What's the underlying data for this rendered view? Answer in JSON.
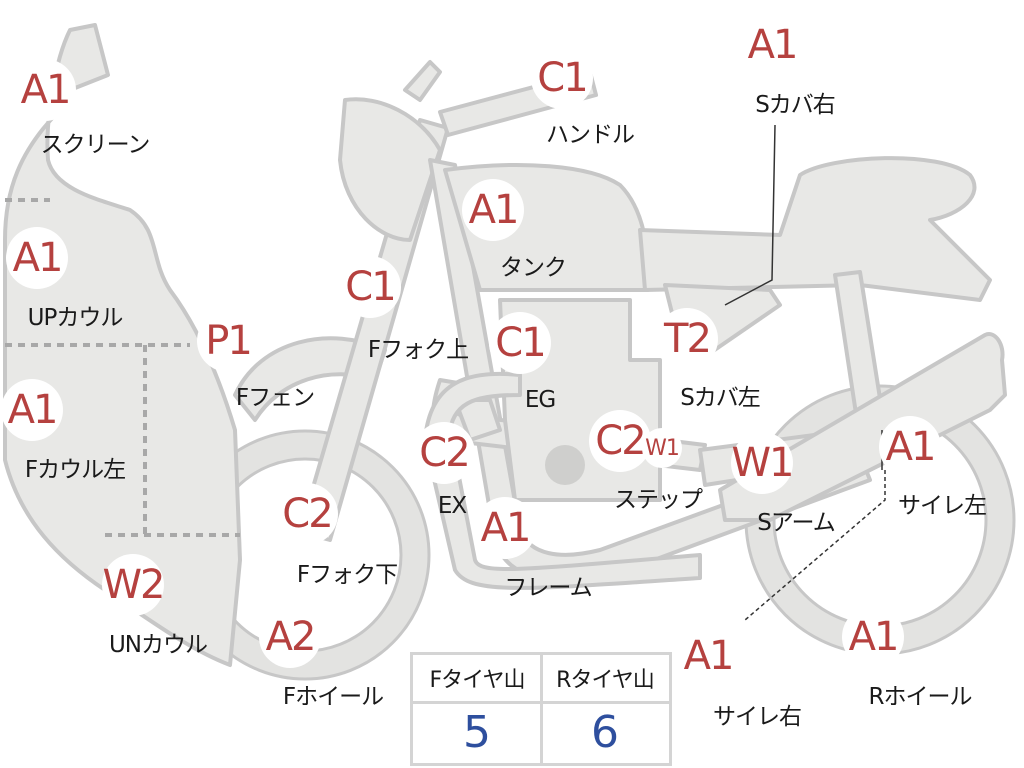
{
  "parts": [
    {
      "id": "screen",
      "code": "A1",
      "label": "スクリーン"
    },
    {
      "id": "up-cowl",
      "code": "A1",
      "label": "UPカウル"
    },
    {
      "id": "f-cowl-left",
      "code": "A1",
      "label": "Fカウル左"
    },
    {
      "id": "un-cowl",
      "code": "W2",
      "label": "UNカウル"
    },
    {
      "id": "f-fender",
      "code": "P1",
      "label": "Fフェン"
    },
    {
      "id": "f-fork-upper",
      "code": "C1",
      "label": "Fフォク上"
    },
    {
      "id": "f-fork-lower",
      "code": "C2",
      "label": "Fフォク下"
    },
    {
      "id": "f-wheel",
      "code": "A2",
      "label": "Fホイール"
    },
    {
      "id": "handle",
      "code": "C1",
      "label": "ハンドル"
    },
    {
      "id": "tank",
      "code": "A1",
      "label": "タンク"
    },
    {
      "id": "engine",
      "code": "C1",
      "label": "EG"
    },
    {
      "id": "exhaust",
      "code": "C2",
      "label": "EX"
    },
    {
      "id": "frame",
      "code": "A1",
      "label": "フレーム"
    },
    {
      "id": "step",
      "code": "C2",
      "code2": "W1",
      "label": "ステップ"
    },
    {
      "id": "s-cover-left",
      "code": "T2",
      "label": "Sカバ左"
    },
    {
      "id": "s-cover-right",
      "code": "A1",
      "label": "Sカバ右"
    },
    {
      "id": "swing-arm",
      "code": "W1",
      "label": "Sアーム"
    },
    {
      "id": "muffler-left",
      "code": "A1",
      "label": "サイレ左"
    },
    {
      "id": "muffler-right",
      "code": "A1",
      "label": "サイレ右"
    },
    {
      "id": "r-wheel",
      "code": "A1",
      "label": "Rホイール"
    }
  ],
  "tire_table": {
    "front_header": "Fタイヤ山",
    "rear_header": "Rタイヤ山",
    "front_value": "5",
    "rear_value": "6"
  },
  "colors": {
    "part_fill": "#e8e8e6",
    "part_stroke": "#c7c7c7",
    "code_text": "#b5413f",
    "value_text": "#2e4f9e"
  }
}
